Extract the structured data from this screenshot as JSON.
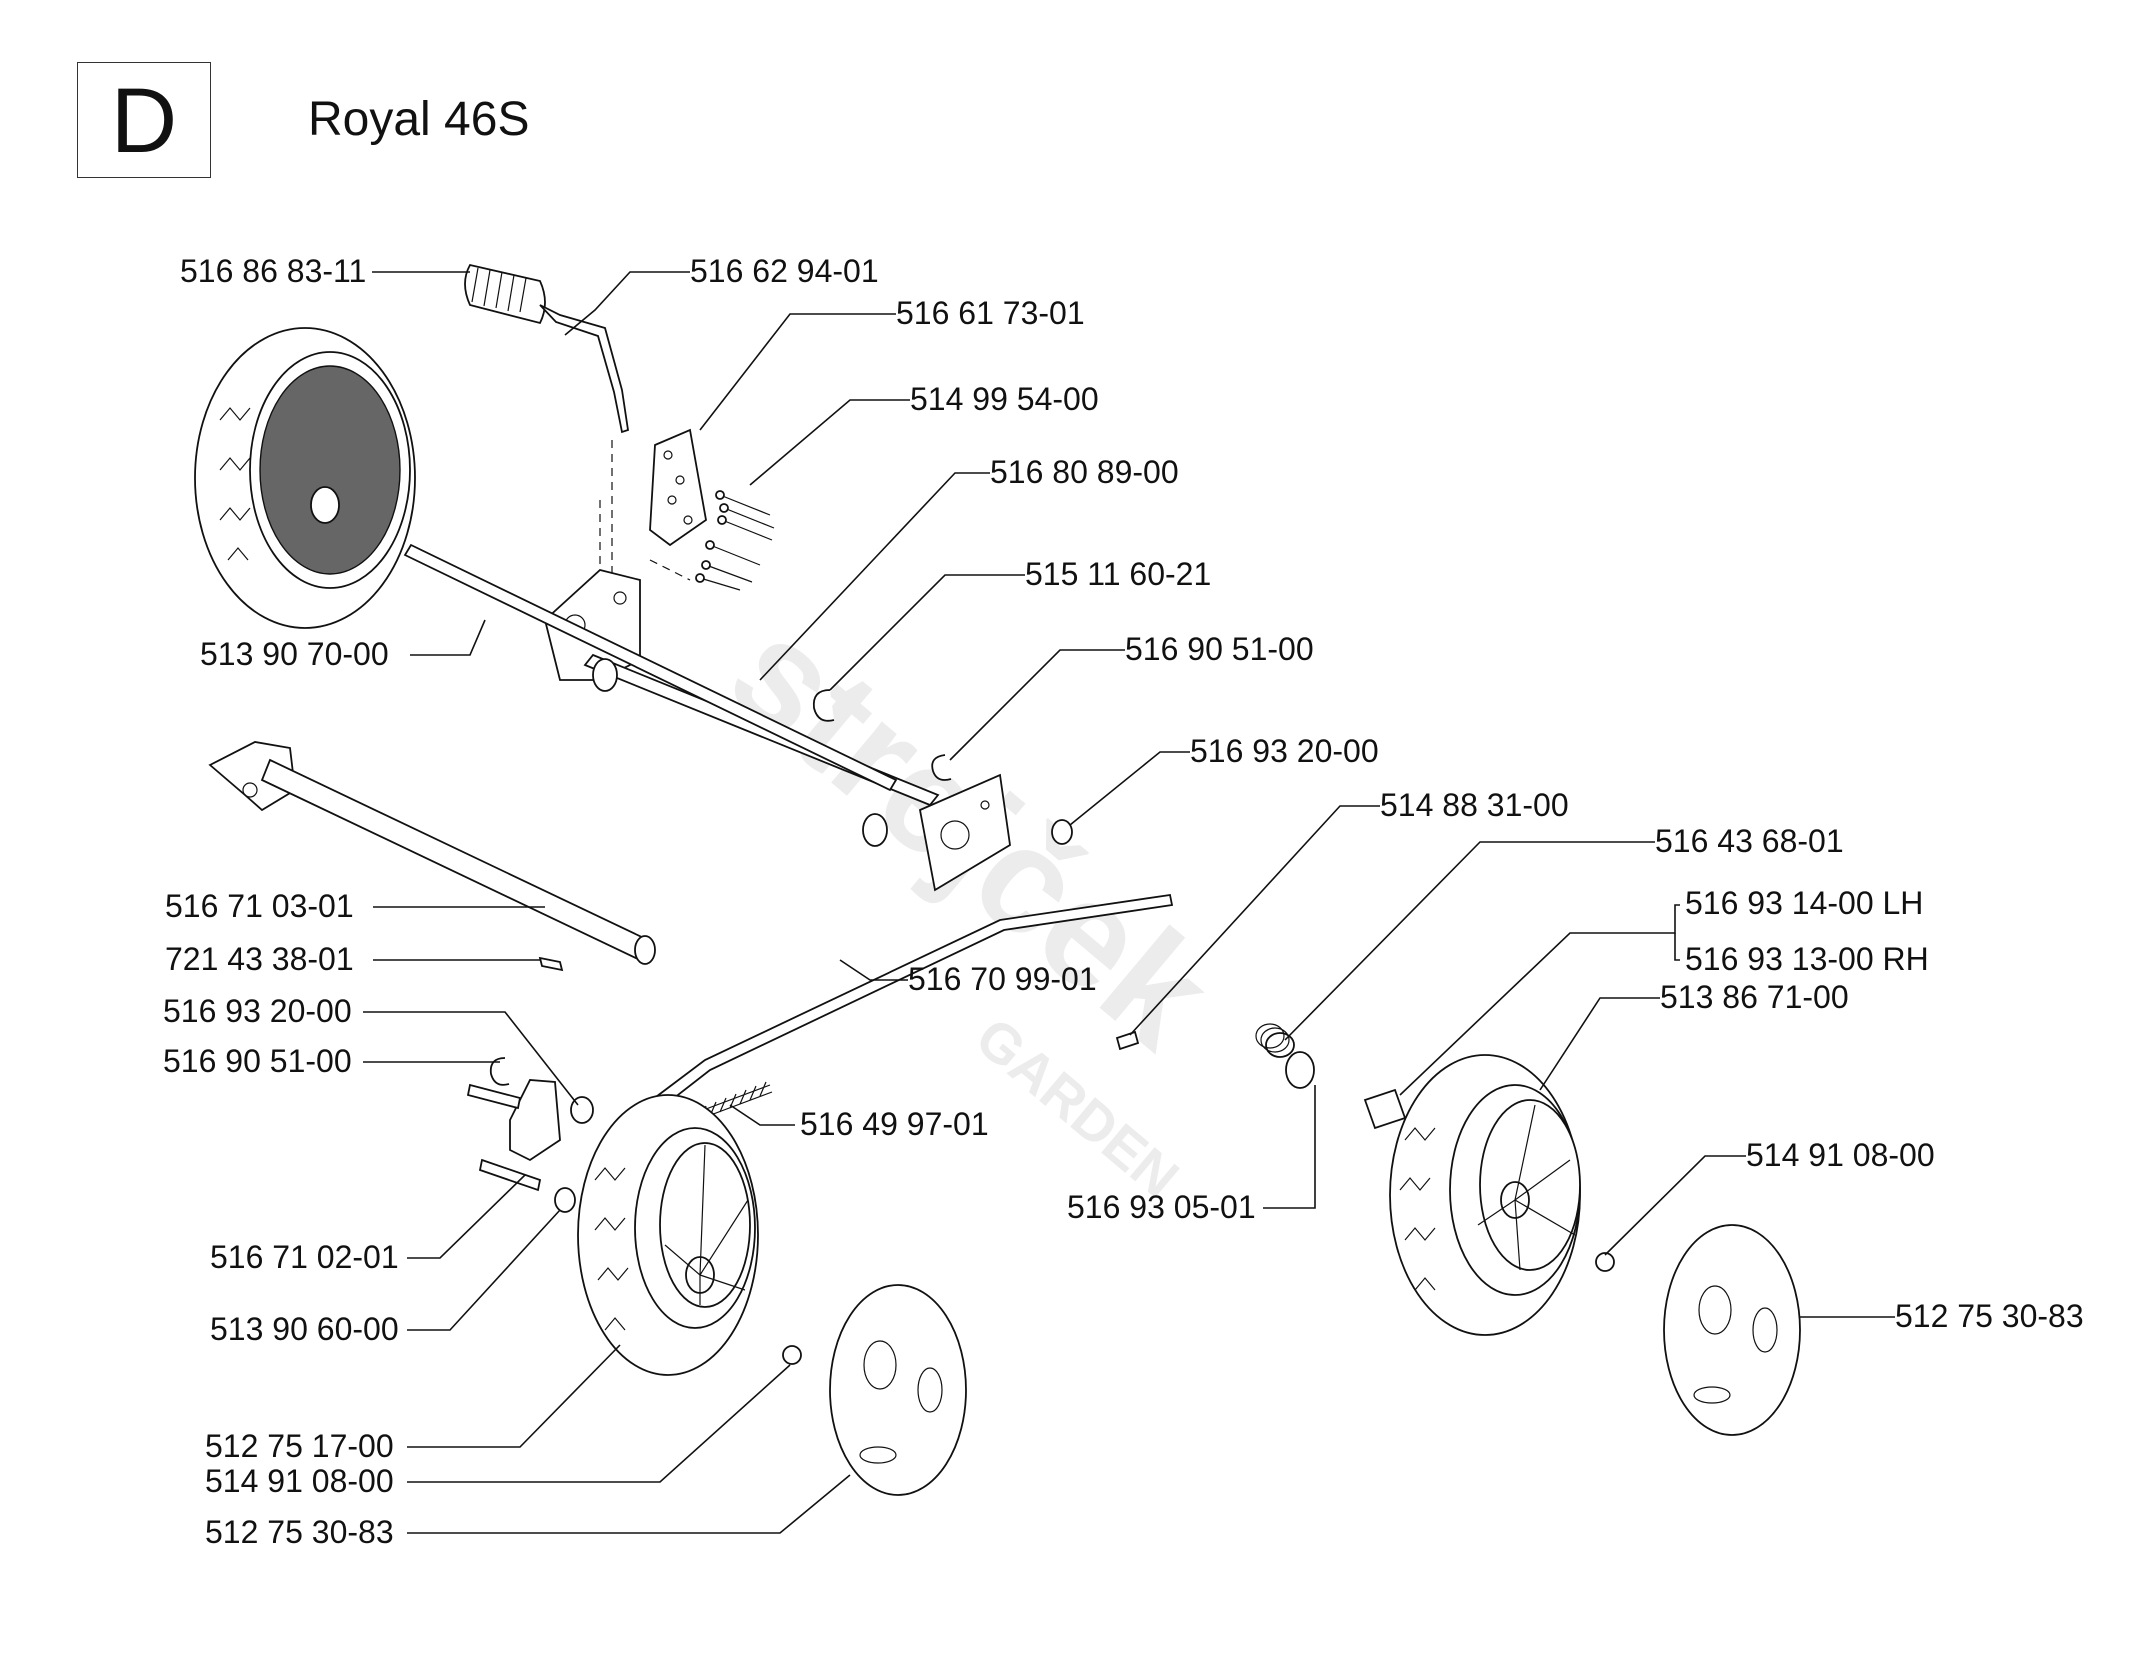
{
  "section": {
    "letter": "D"
  },
  "title": "Royal 46S",
  "watermark": {
    "name": "strejček",
    "sub": "GARDEN"
  },
  "part_labels": {
    "p516868311": "516 86 83-11",
    "p516629401": "516 62 94-01",
    "p516617301": "516 61 73-01",
    "p514995400": "514 99 54-00",
    "p516808900": "516 80 89-00",
    "p515116021": "515 11 60-21",
    "p516905100_top": "516 90 51-00",
    "p513907000": "513 90 70-00",
    "p516932000_top": "516 93 20-00",
    "p514883100": "514 88 31-00",
    "p516436801": "516 43 68-01",
    "p516931400": "516 93 14-00 LH",
    "p516931300": "516 93 13-00 RH",
    "p513867100": "513 86 71-00",
    "p516710301": "516 71 03-01",
    "p721433801": "721 43 38-01",
    "p516709901": "516 70 99-01",
    "p516932000_left": "516 93 20-00",
    "p516905100_left": "516 90 51-00",
    "p516499701": "516 49 97-01",
    "p516930501": "516 93 05-01",
    "p514910800_right": "514 91 08-00",
    "p516710201": "516 71 02-01",
    "p513906000": "513 90 60-00",
    "p512753083_right": "512 75 30-83",
    "p512751700": "512 75 17-00",
    "p514910800_bottom": "514 91 08-00",
    "p512753083_bottom": "512 75 30-83"
  }
}
